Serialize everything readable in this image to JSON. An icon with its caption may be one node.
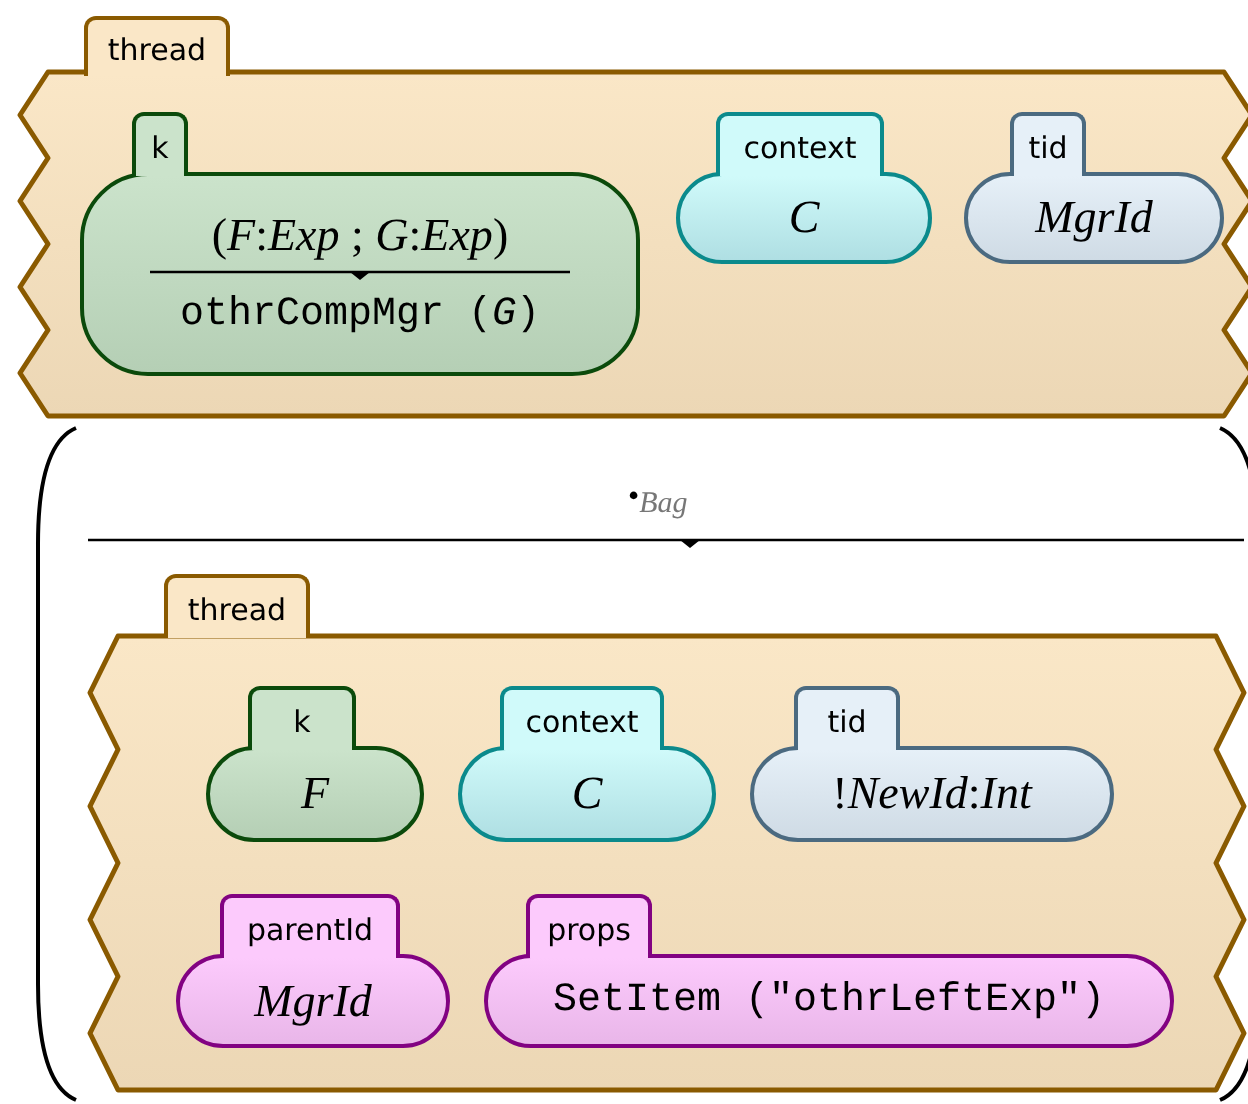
{
  "diagram": {
    "nodes": [
      {
        "text": [
          "thread"
        ]
      },
      {
        "text": [
          "k",
          "(*F*:*Exp* ; *G*:*Exp*)",
          "othrCompMgr (*G*)"
        ],
        "in": 0
      },
      {
        "text": [
          "context",
          "C"
        ],
        "in": 0
      },
      {
        "text": [
          "tid",
          "MgrId"
        ],
        "in": 0
      },
      {
        "text": [
          "•$_{Bag}$"
        ]
      },
      {
        "text": [
          "thread"
        ],
        "in": 4
      },
      {
        "text": [
          "k",
          "F"
        ],
        "in": 5
      },
      {
        "text": [
          "context",
          "C"
        ],
        "in": 5
      },
      {
        "text": [
          "tid",
          "!*NewId*:*Int*"
        ],
        "in": 5
      },
      {
        "text": [
          "parentId",
          "MgrId"
        ],
        "in": 5
      },
      {
        "text": [
          "props",
          "SetItem (\"othrLeftExp\")"
        ],
        "in": 5
      }
    ]
  }
}
